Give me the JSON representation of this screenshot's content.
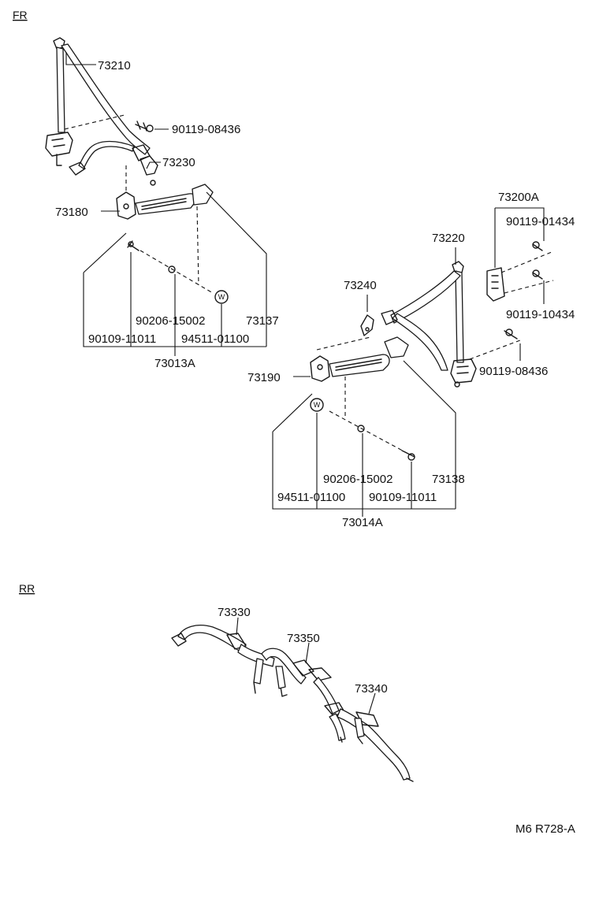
{
  "sections": {
    "front": "FR",
    "rear": "RR"
  },
  "labels": {
    "p73210": "73210",
    "p90119_08436_a": "90119-08436",
    "p73230": "73230",
    "p73180": "73180",
    "p90206_15002_a": "90206-15002",
    "p73137": "73137",
    "p90109_11011_a": "90109-11011",
    "p94511_01100_a": "94511-01100",
    "p73013A": "73013A",
    "p73200A": "73200A",
    "p90119_01434": "90119-01434",
    "p73220": "73220",
    "p73240": "73240",
    "p90119_10434": "90119-10434",
    "p73190": "73190",
    "p90119_08436_b": "90119-08436",
    "p90206_15002_b": "90206-15002",
    "p73138": "73138",
    "p94511_01100_b": "94511-01100",
    "p90109_11011_b": "90109-11011",
    "p73014A": "73014A",
    "p73330": "73330",
    "p73350": "73350",
    "p73340": "73340"
  },
  "washer_mark": "W",
  "footer_code": "M6 R728-A"
}
